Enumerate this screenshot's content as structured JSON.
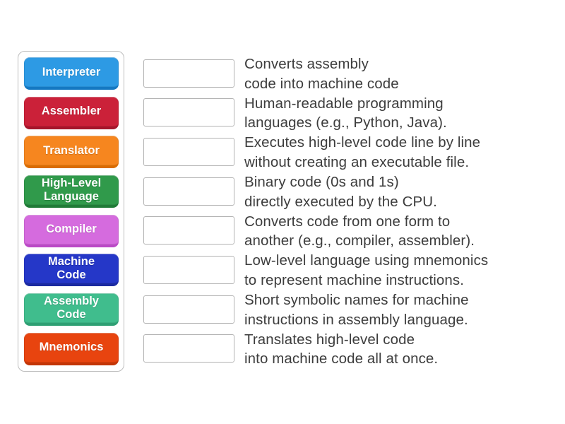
{
  "activity": {
    "type_label": "match-up",
    "background_color": "#ffffff",
    "definition_text_color": "#3d3d3d",
    "panel_border_color": "#bdbdbd",
    "slot_border_color": "#b3b3b3"
  },
  "keywords": [
    {
      "label": "Interpreter",
      "color": "#2d9ae4",
      "dark_color": "#1478c2"
    },
    {
      "label": "Assembler",
      "color": "#cb2139",
      "dark_color": "#a5152b"
    },
    {
      "label": "Translator",
      "color": "#f6861f",
      "dark_color": "#d96c02"
    },
    {
      "label": "High-Level\nLanguage",
      "color": "#309a4b",
      "dark_color": "#207b37"
    },
    {
      "label": "Compiler",
      "color": "#d56bde",
      "dark_color": "#ba48c6"
    },
    {
      "label": "Machine\nCode",
      "color": "#2537c8",
      "dark_color": "#1b2aa0"
    },
    {
      "label": "Assembly\nCode",
      "color": "#40bd8d",
      "dark_color": "#2e9f73"
    },
    {
      "label": "Mnemonics",
      "color": "#e8440f",
      "dark_color": "#c33507"
    }
  ],
  "definitions": [
    {
      "line1": "Converts assembly",
      "line2": "code into machine code"
    },
    {
      "line1": "Human-readable programming",
      "line2": "languages (e.g., Python, Java)."
    },
    {
      "line1": "Executes high-level code line by line",
      "line2": "without creating an executable file."
    },
    {
      "line1": "Binary code (0s and 1s)",
      "line2": "directly executed by the CPU."
    },
    {
      "line1": "Converts code from one form to",
      "line2": "another (e.g., compiler, assembler)."
    },
    {
      "line1": "Low-level language using mnemonics",
      "line2": "to represent machine instructions."
    },
    {
      "line1": "Short symbolic names for machine",
      "line2": "instructions in assembly language."
    },
    {
      "line1": "Translates high-level code",
      "line2": "into machine code all at once."
    }
  ]
}
